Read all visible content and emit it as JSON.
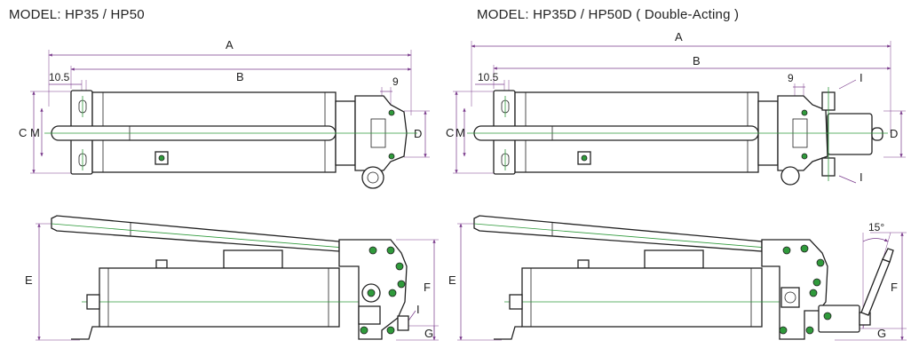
{
  "titles": {
    "left": "MODEL: HP35 / HP50",
    "right": "MODEL: HP35D / HP50D ( Double-Acting )"
  },
  "labels": {
    "A": "A",
    "B": "B",
    "C": "C",
    "M": "M",
    "D": "D",
    "E": "E",
    "F": "F",
    "G": "G",
    "I": "I",
    "dim_10_5": "10.5",
    "dim_9": "9",
    "angle_15": "15°"
  },
  "colors": {
    "outline": "#222222",
    "dimension": "#7a3b8c",
    "centerline": "#2f9a3b"
  }
}
